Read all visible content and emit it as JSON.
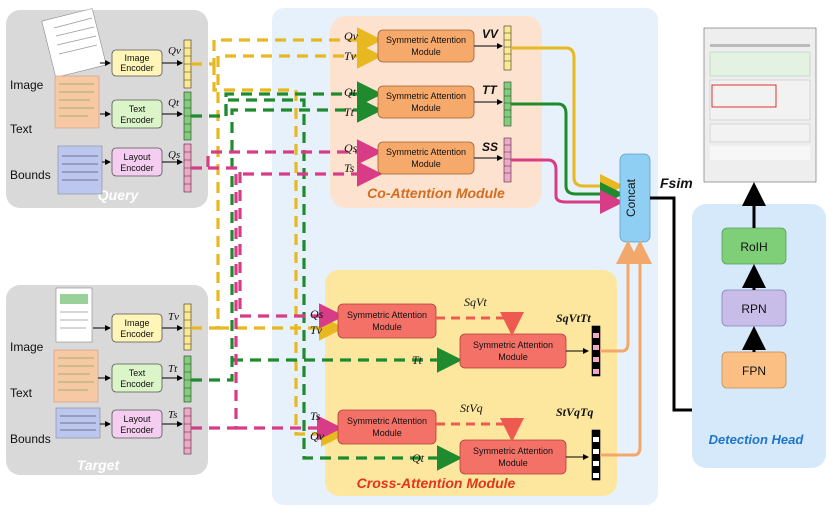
{
  "query": {
    "title": "Query",
    "row_labels": [
      "Image",
      "Text",
      "Bounds"
    ],
    "encoders": [
      "Image\nEncoder",
      "Text\nEncoder",
      "Layout\nEncoder"
    ],
    "feature_labels": [
      "Qv",
      "Qt",
      "Qs"
    ]
  },
  "target": {
    "title": "Target",
    "row_labels": [
      "Image",
      "Text",
      "Bounds"
    ],
    "encoders": [
      "Image\nEncoder",
      "Text\nEncoder",
      "Layout\nEncoder"
    ],
    "feature_labels": [
      "Tv",
      "Tt",
      "Ts"
    ]
  },
  "co_attention": {
    "title": "Co-Attention Module",
    "module_label": "Symmetric Attention\nModule",
    "inputs": [
      [
        "Qv",
        "Tv"
      ],
      [
        "Qt",
        "Tt"
      ],
      [
        "Qs",
        "Ts"
      ]
    ],
    "outputs": [
      "VV",
      "TT",
      "SS"
    ]
  },
  "cross_attention": {
    "title": "Cross-Attention Module",
    "module_label": "Symmetric Attention\nModule",
    "inputs_top": [
      "Qs",
      "Tv"
    ],
    "intermediate_top": "SqVt",
    "input_tt": "Tt",
    "output_top": "SqVtTt",
    "inputs_bottom": [
      "Ts",
      "Qv"
    ],
    "intermediate_bottom": "StVq",
    "input_qt": "Qt",
    "output_bottom": "StVqTq"
  },
  "concat_label": "Concat",
  "fsim_label": "Fsim",
  "detection_head": {
    "title": "Detection Head",
    "blocks": [
      "RoIH",
      "RPN",
      "FPN"
    ]
  },
  "colors": {
    "visual": "#e8b820",
    "text": "#1f8a2e",
    "layout": "#d83c86",
    "output": "#f2a86a"
  }
}
